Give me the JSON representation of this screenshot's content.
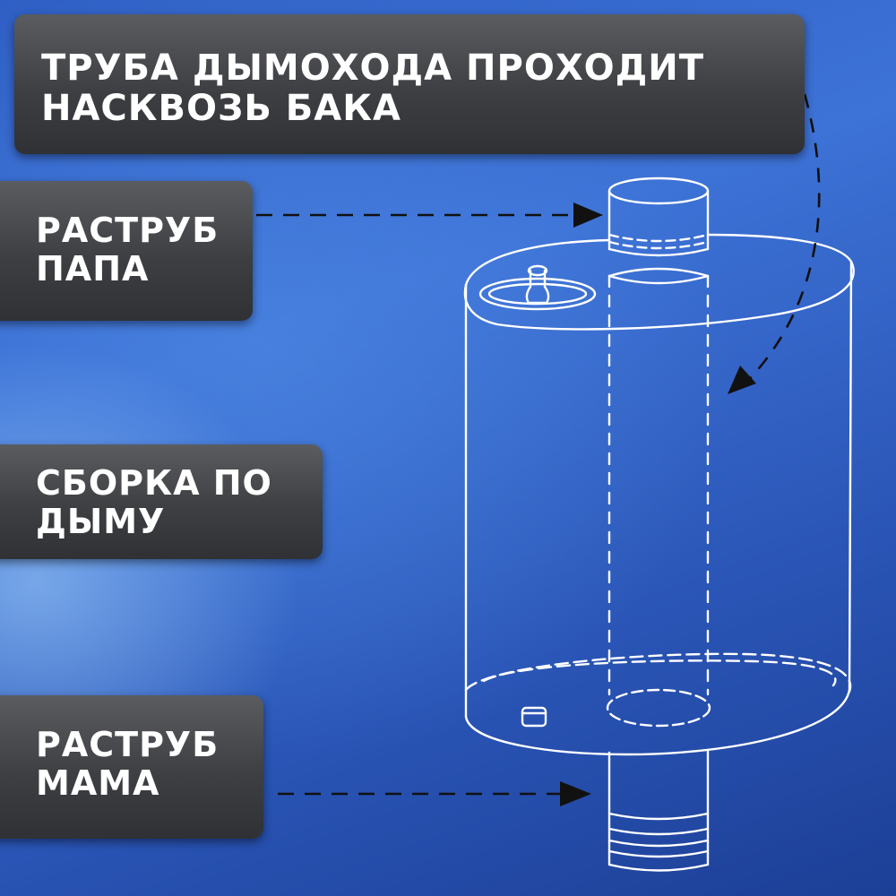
{
  "labels": {
    "chimney_through_tank": [
      "ТРУБА ДЫМОХОДА ПРОХОДИТ",
      "НАСКВОЗЬ БАКА"
    ],
    "socket_male": [
      "РАСТРУБ",
      "ПАПА"
    ],
    "smoke_assembly": [
      "СБОРКА ПО",
      "ДЫМУ"
    ],
    "socket_female": [
      "РАСТРУБ",
      "МАМА"
    ]
  },
  "colors": {
    "label_bg": "#3d3f43",
    "label_text": "#ffffff",
    "drawing_line": "#ffffff",
    "arrow": "#111111",
    "background": "#3d72d6"
  }
}
